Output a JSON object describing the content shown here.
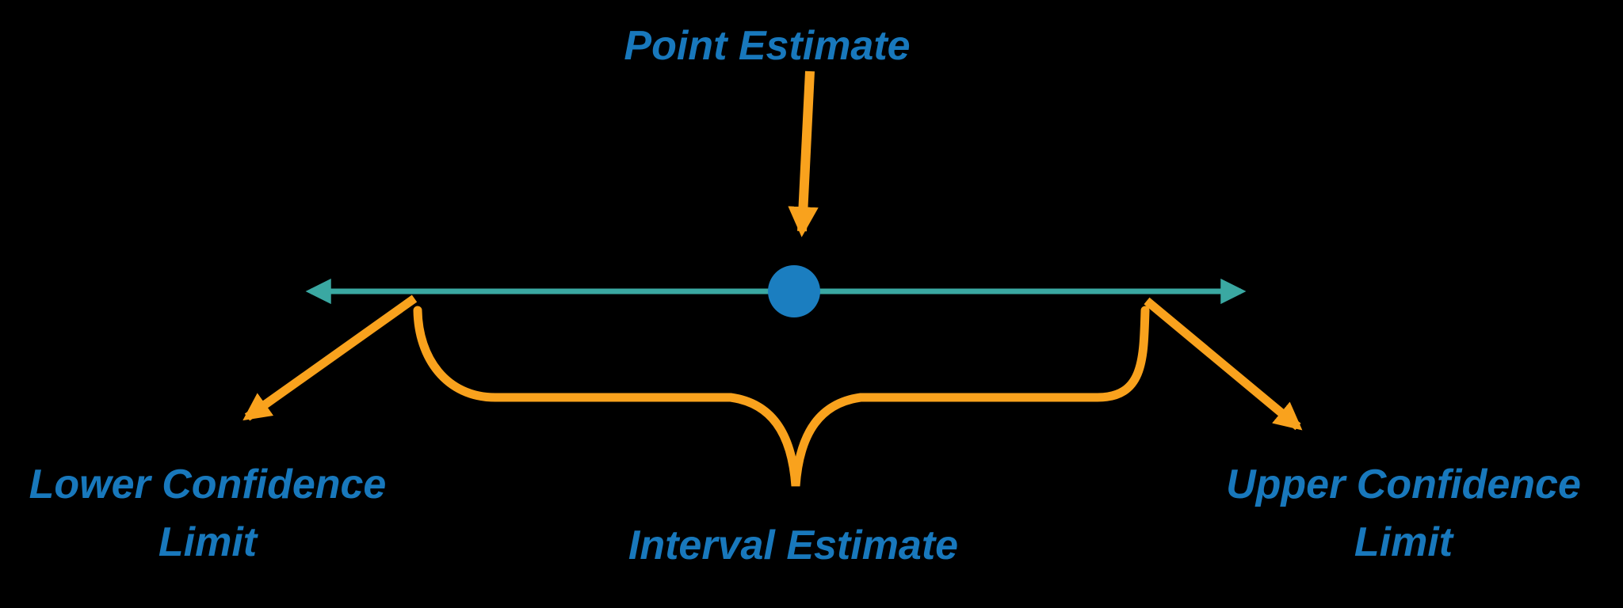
{
  "diagram": {
    "labels": {
      "point_estimate": "Point Estimate",
      "lower_limit_line1": "Lower Confidence",
      "lower_limit_line2": "Limit",
      "upper_limit_line1": "Upper Confidence",
      "upper_limit_line2": "Limit",
      "interval_estimate": "Interval Estimate"
    },
    "colors": {
      "background": "#000000",
      "label_text": "#1878BC",
      "point_marker": "#1B7EC0",
      "number_line": "#3AA8A2",
      "annotation_orange": "#F9A21D"
    }
  }
}
